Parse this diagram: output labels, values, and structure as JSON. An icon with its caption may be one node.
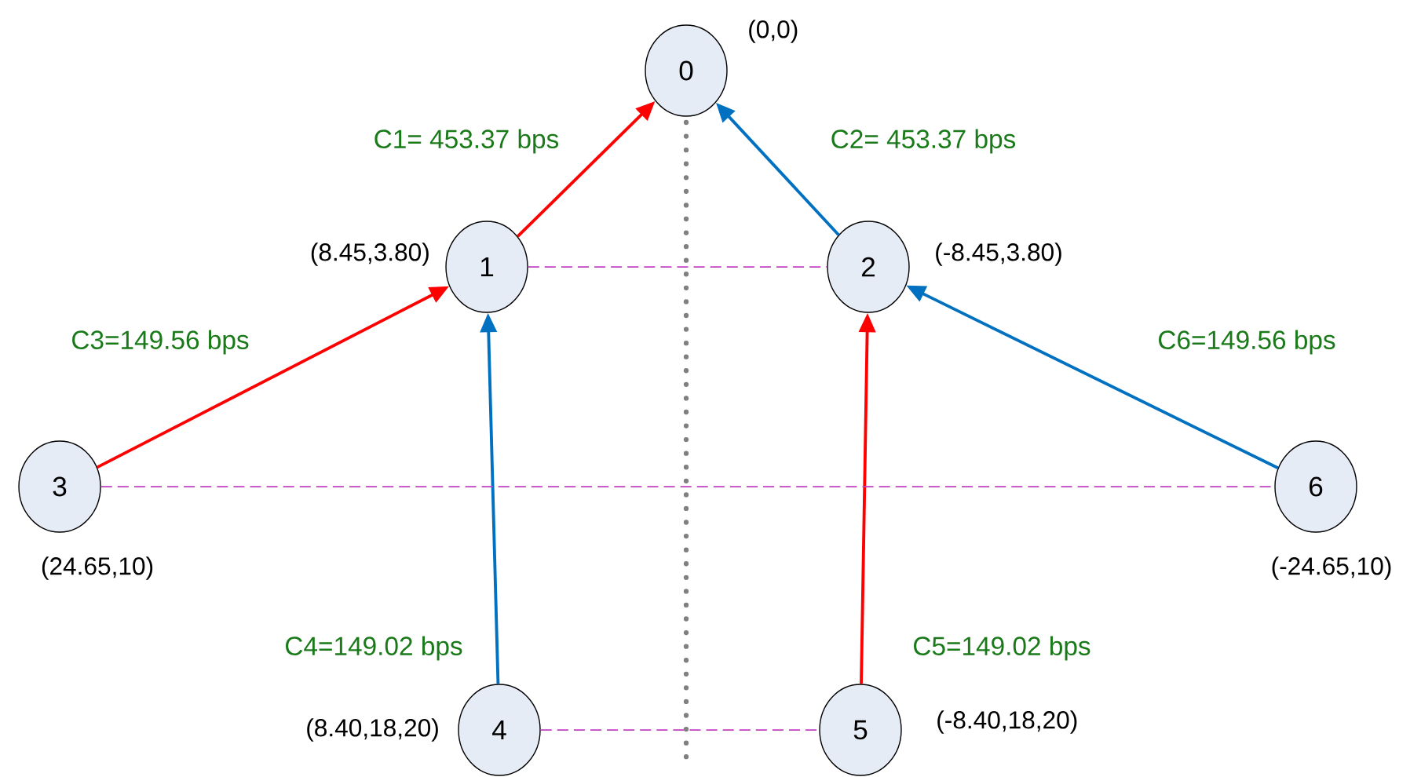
{
  "diagram": {
    "nodes": [
      {
        "text": [
          "0"
        ],
        "beside": [
          "(0,0)"
        ]
      },
      {
        "text": [
          "1"
        ],
        "beside": [
          "(8.45,3.80)"
        ]
      },
      {
        "text": [
          "2"
        ],
        "beside": [
          "(-8.45,3.80)"
        ]
      },
      {
        "text": [
          "3"
        ],
        "beside": [
          "(24.65,10)"
        ]
      },
      {
        "text": [
          "4"
        ],
        "beside": [
          "(8.40,18,20)"
        ]
      },
      {
        "text": [
          "5"
        ],
        "beside": [
          "(-8.40,18,20)"
        ]
      },
      {
        "text": [
          "6"
        ],
        "beside": [
          "(-24.65,10)"
        ]
      }
    ],
    "edges": [
      {
        "from": 1,
        "to": 0,
        "arrow": "to",
        "label": "C1= 453.37 bps",
        "color": "#ff0000"
      },
      {
        "from": 2,
        "to": 0,
        "arrow": "to",
        "label": "C2= 453.37 bps",
        "color": "#0070c0"
      },
      {
        "from": 3,
        "to": 1,
        "arrow": "to",
        "label": "C3=149.56 bps",
        "color": "#ff0000"
      },
      {
        "from": 4,
        "to": 1,
        "arrow": "to",
        "label": "C4=149.02 bps",
        "color": "#0070c0"
      },
      {
        "from": 5,
        "to": 2,
        "arrow": "to",
        "label": "C5=149.02 bps",
        "color": "#ff0000"
      },
      {
        "from": 6,
        "to": 2,
        "arrow": "to",
        "label": "C6=149.56 bps",
        "color": "#0070c0"
      },
      {
        "from": 1,
        "to": 2,
        "arrow": "none",
        "style": "dashed",
        "color": "#c040c0"
      },
      {
        "from": 3,
        "to": 6,
        "arrow": "none",
        "style": "dashed",
        "color": "#c040c0"
      },
      {
        "from": 4,
        "to": 5,
        "arrow": "none",
        "style": "dashed",
        "color": "#c040c0"
      }
    ]
  }
}
